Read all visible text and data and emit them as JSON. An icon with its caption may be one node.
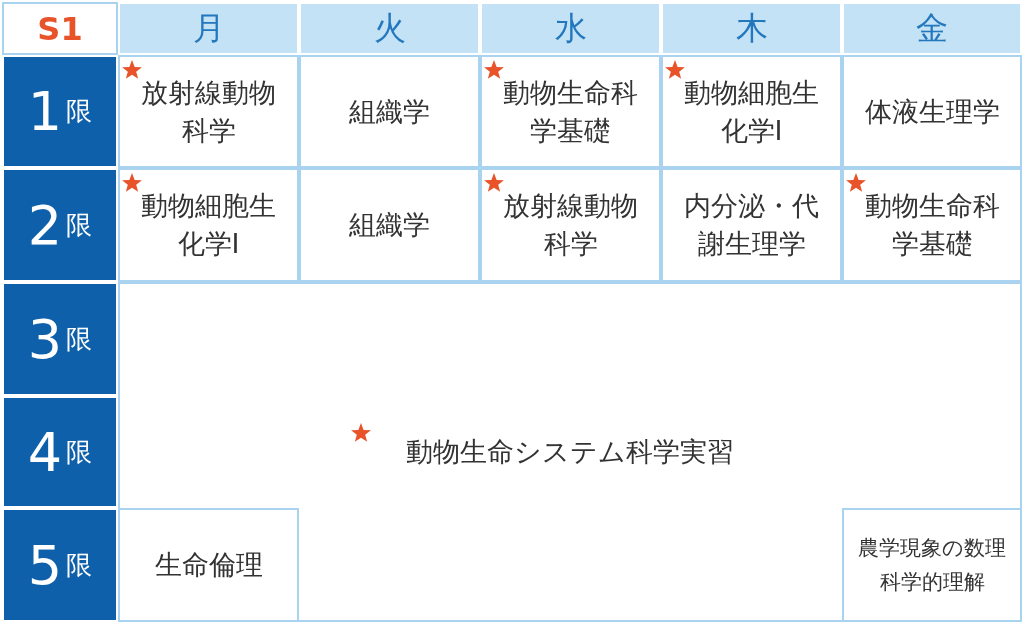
{
  "diagram": {
    "labels": [
      "S1",
      "月",
      "火",
      "水",
      "木",
      "金",
      "1限",
      "放射線動物科学",
      "組織学",
      "動物生命科学基礎",
      "動物細胞生化学Ⅰ",
      "体液生理学",
      "2限",
      "動物細胞生化学Ⅰ",
      "組織学",
      "放射線動物科学",
      "内分泌・代謝生理学",
      "動物生命科学基礎",
      "3限",
      "動物生命システム科学実習",
      "4限",
      "5限",
      "生命倫理",
      "農学現象の数理科学的理解"
    ]
  }
}
